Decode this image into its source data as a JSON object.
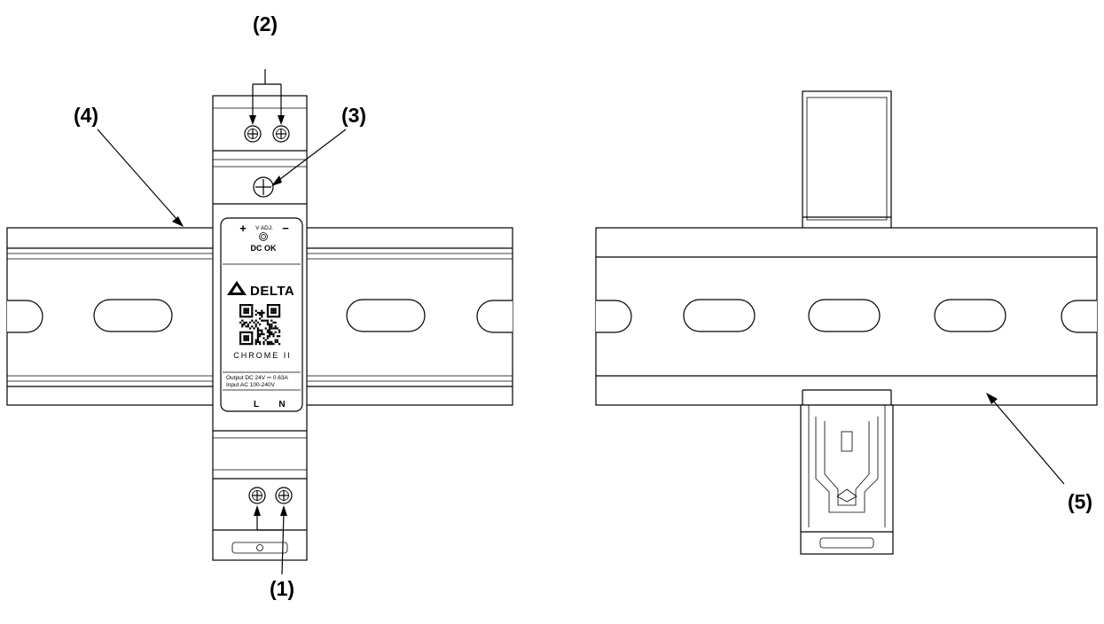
{
  "callouts": {
    "c1": "(1)",
    "c2": "(2)",
    "c3": "(3)",
    "c4": "(4)",
    "c5": "(5)"
  },
  "device": {
    "adj_label": "V ADJ.",
    "plus": "+",
    "minus": "−",
    "dc_ok": "DC OK",
    "brand": "DELTA",
    "series": "CHROME II",
    "output_spec": "Output DC 24V ⎓ 0.63A",
    "input_spec": "Input AC 100-240V",
    "terminal_l": "L",
    "terminal_n": "N"
  }
}
